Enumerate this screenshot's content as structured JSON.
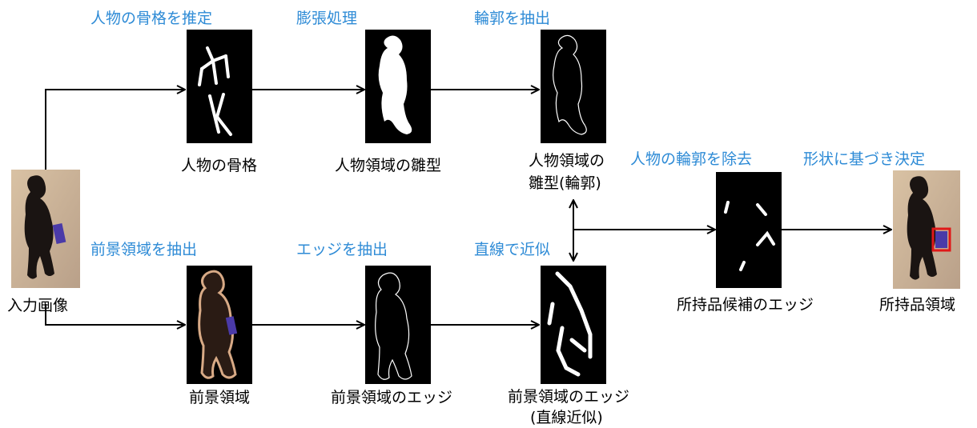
{
  "steps": {
    "skeleton_estimate": "人物の骨格を推定",
    "dilation": "膨張処理",
    "contour_extract": "輪郭を抽出",
    "foreground_extract": "前景領域を抽出",
    "edge_extract": "エッジを抽出",
    "line_approx": "直線で近似",
    "remove_contour": "人物の輪郭を除去",
    "shape_decide": "形状に基づき決定"
  },
  "captions": {
    "input_image": "入力画像",
    "skeleton": "人物の骨格",
    "template": "人物領域の雛型",
    "template_contour_1": "人物領域の",
    "template_contour_2": "雛型(輪郭)",
    "foreground": "前景領域",
    "foreground_edge": "前景領域のエッジ",
    "foreground_edge_line_1": "前景領域のエッジ",
    "foreground_edge_line_2": "(直線近似)",
    "candidate_edges": "所持品候補のエッジ",
    "belonging_region": "所持品領域"
  },
  "colors": {
    "step_text": "#2e8bd6",
    "caption_text": "#000000",
    "panel_bg": "#000000",
    "highlight_box": "#e01818",
    "bag": "#4a3aa8"
  }
}
